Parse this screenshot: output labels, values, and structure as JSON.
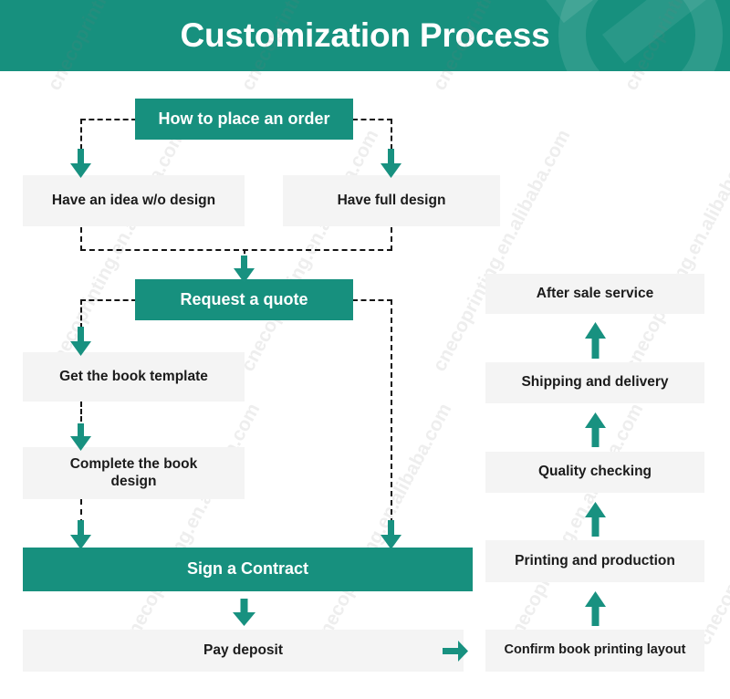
{
  "header": {
    "title": "Customization Process",
    "bg_color": "#17907e",
    "title_color": "#ffffff",
    "logo_icon": "brand-logo-watermark"
  },
  "theme": {
    "accent": "#17907e",
    "node_bg": "#f4f4f4",
    "node_text": "#1b1b1b",
    "connector": "#141414"
  },
  "watermark": {
    "text": "cnecoprinting.en.alibaba.com"
  },
  "flow": {
    "nodes": [
      {
        "id": "how-to-place-an-order",
        "label": "How to place an order",
        "style": "teal"
      },
      {
        "id": "have-an-idea-wo-design",
        "label": "Have an idea w/o design",
        "style": "gray"
      },
      {
        "id": "have-full-design",
        "label": "Have full design",
        "style": "gray"
      },
      {
        "id": "request-a-quote",
        "label": "Request a quote",
        "style": "teal"
      },
      {
        "id": "get-the-book-template",
        "label": "Get the book template",
        "style": "gray"
      },
      {
        "id": "complete-the-book-design",
        "label": "Complete the book design",
        "style": "gray"
      },
      {
        "id": "sign-a-contract",
        "label": "Sign a Contract",
        "style": "teal"
      },
      {
        "id": "pay-deposit",
        "label": "Pay deposit",
        "style": "gray"
      },
      {
        "id": "confirm-book-printing-layout",
        "label": "Confirm book printing layout",
        "style": "gray"
      },
      {
        "id": "printing-and-production",
        "label": "Printing and production",
        "style": "gray"
      },
      {
        "id": "quality-checking",
        "label": "Quality checking",
        "style": "gray"
      },
      {
        "id": "shipping-and-delivery",
        "label": "Shipping and delivery",
        "style": "gray"
      },
      {
        "id": "after-sale-service",
        "label": "After sale service",
        "style": "gray"
      }
    ],
    "edges": [
      {
        "from": "how-to-place-an-order",
        "to": "have-an-idea-wo-design",
        "line": "dashed",
        "arrow": "down"
      },
      {
        "from": "how-to-place-an-order",
        "to": "have-full-design",
        "line": "dashed",
        "arrow": "down"
      },
      {
        "from": "have-an-idea-wo-design",
        "to": "request-a-quote",
        "line": "dashed",
        "arrow": "down"
      },
      {
        "from": "have-full-design",
        "to": "request-a-quote",
        "line": "dashed",
        "arrow": "down"
      },
      {
        "from": "request-a-quote",
        "to": "get-the-book-template",
        "line": "dashed",
        "arrow": "down"
      },
      {
        "from": "get-the-book-template",
        "to": "complete-the-book-design",
        "line": "dashed",
        "arrow": "down"
      },
      {
        "from": "complete-the-book-design",
        "to": "sign-a-contract",
        "line": "dashed",
        "arrow": "down"
      },
      {
        "from": "request-a-quote",
        "to": "sign-a-contract",
        "line": "dashed",
        "arrow": "down"
      },
      {
        "from": "sign-a-contract",
        "to": "pay-deposit",
        "line": "none",
        "arrow": "down"
      },
      {
        "from": "pay-deposit",
        "to": "confirm-book-printing-layout",
        "line": "none",
        "arrow": "right"
      },
      {
        "from": "confirm-book-printing-layout",
        "to": "printing-and-production",
        "line": "none",
        "arrow": "up"
      },
      {
        "from": "printing-and-production",
        "to": "quality-checking",
        "line": "none",
        "arrow": "up"
      },
      {
        "from": "quality-checking",
        "to": "shipping-and-delivery",
        "line": "none",
        "arrow": "up"
      },
      {
        "from": "shipping-and-delivery",
        "to": "after-sale-service",
        "line": "none",
        "arrow": "up"
      }
    ]
  }
}
